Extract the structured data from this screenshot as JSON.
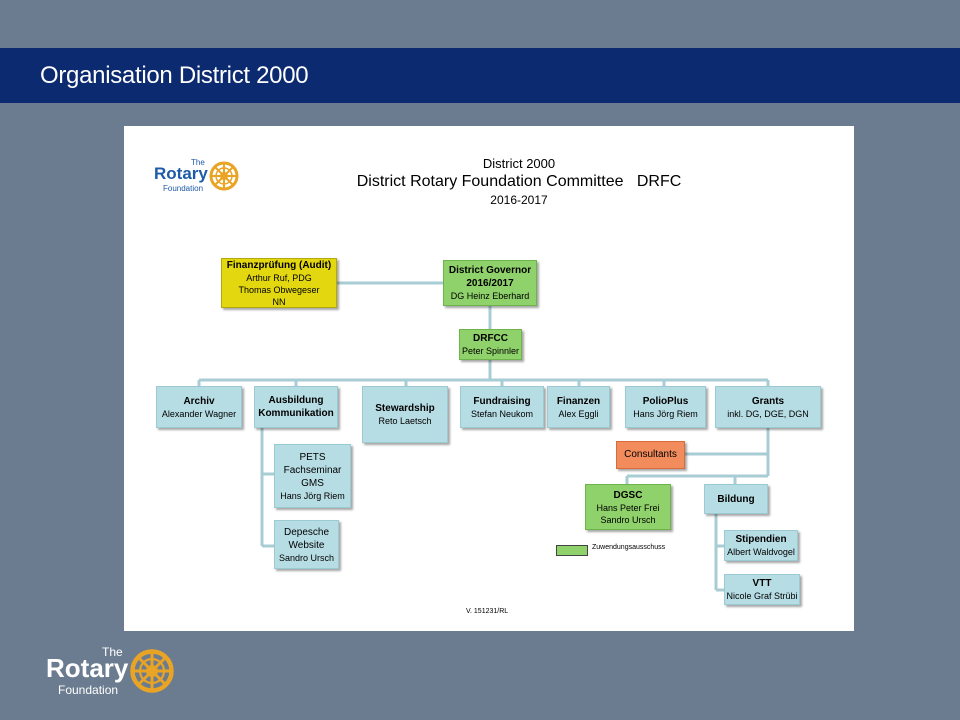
{
  "slide": {
    "title": "Organisation District 2000"
  },
  "header": {
    "line1": "District 2000",
    "line2": "District Rotary Foundation Committee   DRFC",
    "line3": "2016-2017"
  },
  "logo": {
    "the": "The",
    "rotary": "Rotary",
    "foundation": "Foundation"
  },
  "boxes": {
    "audit": {
      "title": "Finanzprüfung (Audit)",
      "lines": [
        "Arthur Ruf, PDG",
        "Thomas Obwegeser",
        "NN"
      ]
    },
    "governor": {
      "title": "District Governor",
      "title2": "2016/2017",
      "name": "DG Heinz Eberhard"
    },
    "drfcc": {
      "title": "DRFCC",
      "name": "Peter Spinnler"
    },
    "archiv": {
      "title": "Archiv",
      "name": "Alexander Wagner"
    },
    "ausbildung": {
      "title": "Ausbildung",
      "title2": "Kommunikation"
    },
    "stewardship": {
      "title": "Stewardship",
      "name": "Reto Laetsch"
    },
    "fundraising": {
      "title": "Fundraising",
      "name": "Stefan Neukom"
    },
    "finanzen": {
      "title": "Finanzen",
      "name": "Alex Eggli"
    },
    "polioplus": {
      "title": "PolioPlus",
      "name": "Hans Jörg Riem"
    },
    "grants": {
      "title": "Grants",
      "name": "inkl. DG, DGE, DGN"
    },
    "pets": {
      "l1": "PETS",
      "l2": "Fachseminar",
      "l3": "GMS",
      "name": "Hans Jörg Riem"
    },
    "depesche": {
      "l1": "Depesche",
      "l2": "Website",
      "name": "Sandro Ursch"
    },
    "consultants": {
      "title": "Consultants"
    },
    "dgsc": {
      "title": "DGSC",
      "l1": "Hans Peter Frei",
      "l2": "Sandro Ursch"
    },
    "bildung": {
      "title": "Bildung"
    },
    "stipendien": {
      "title": "Stipendien",
      "name": "Albert Waldvogel"
    },
    "vtt": {
      "title": "VTT",
      "name": "Nicole Graf Strübi"
    }
  },
  "legend": {
    "label": "Zuwendungsausschuss",
    "color": "#8fd16a"
  },
  "version": "V. 151231/RL",
  "colors": {
    "titlebar": "#0b2a6f",
    "background": "#6b7c90",
    "blue_box": "#b7dde4",
    "green_box": "#8fd16a",
    "yellow_box": "#e3d80f",
    "orange_box": "#f28c5c",
    "connector": "#a8ccd3"
  }
}
